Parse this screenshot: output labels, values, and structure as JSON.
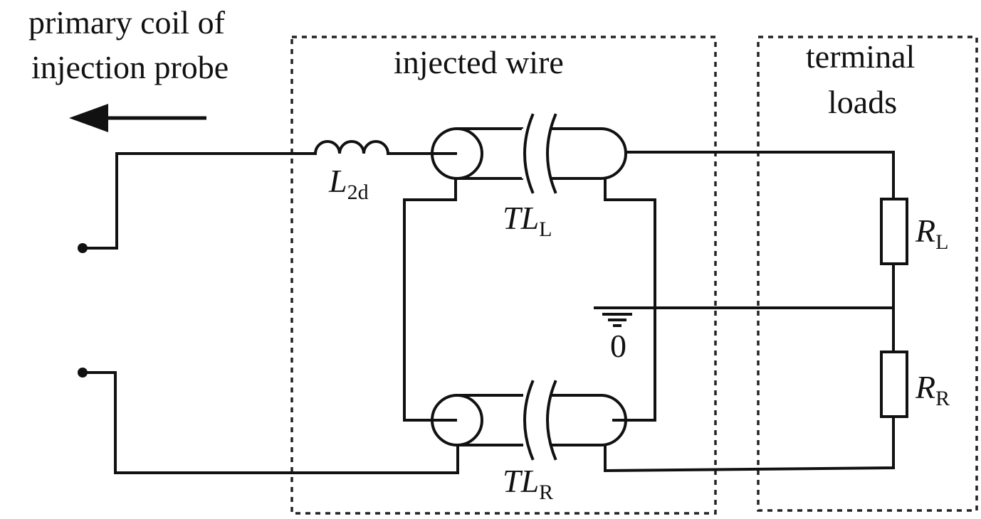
{
  "labels": {
    "probe_line1": "primary coil of",
    "probe_line2": "injection probe",
    "injected_wire": "injected wire",
    "terminal_line1": "terminal",
    "terminal_line2": "loads",
    "inductor": "L",
    "inductor_sub": "2d",
    "tl_left": "TL",
    "tl_left_sub": "L",
    "tl_right": "TL",
    "tl_right_sub": "R",
    "r_left": "R",
    "r_left_sub": "L",
    "r_right": "R",
    "r_right_sub": "R",
    "ground": "0"
  },
  "icons": {
    "arrow": "arrow-left-icon",
    "ground": "ground-icon",
    "inductor": "inductor-coil-icon",
    "resistor": "resistor-icon",
    "transmission_line": "coaxial-line-icon"
  }
}
